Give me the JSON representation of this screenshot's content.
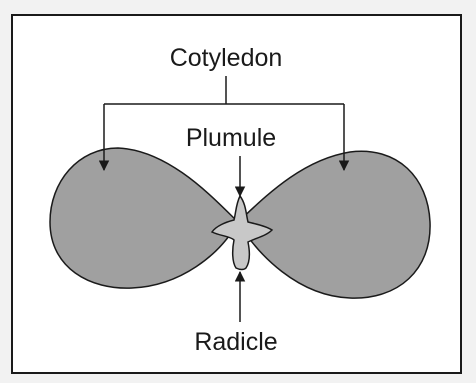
{
  "labels": {
    "cotyledon": "Cotyledon",
    "plumule": "Plumule",
    "radicle": "Radicle"
  },
  "colors": {
    "cotyledon_fill": "#a0a0a0",
    "embryo_fill": "#c8c8c8",
    "outline": "#1a1a1a"
  }
}
